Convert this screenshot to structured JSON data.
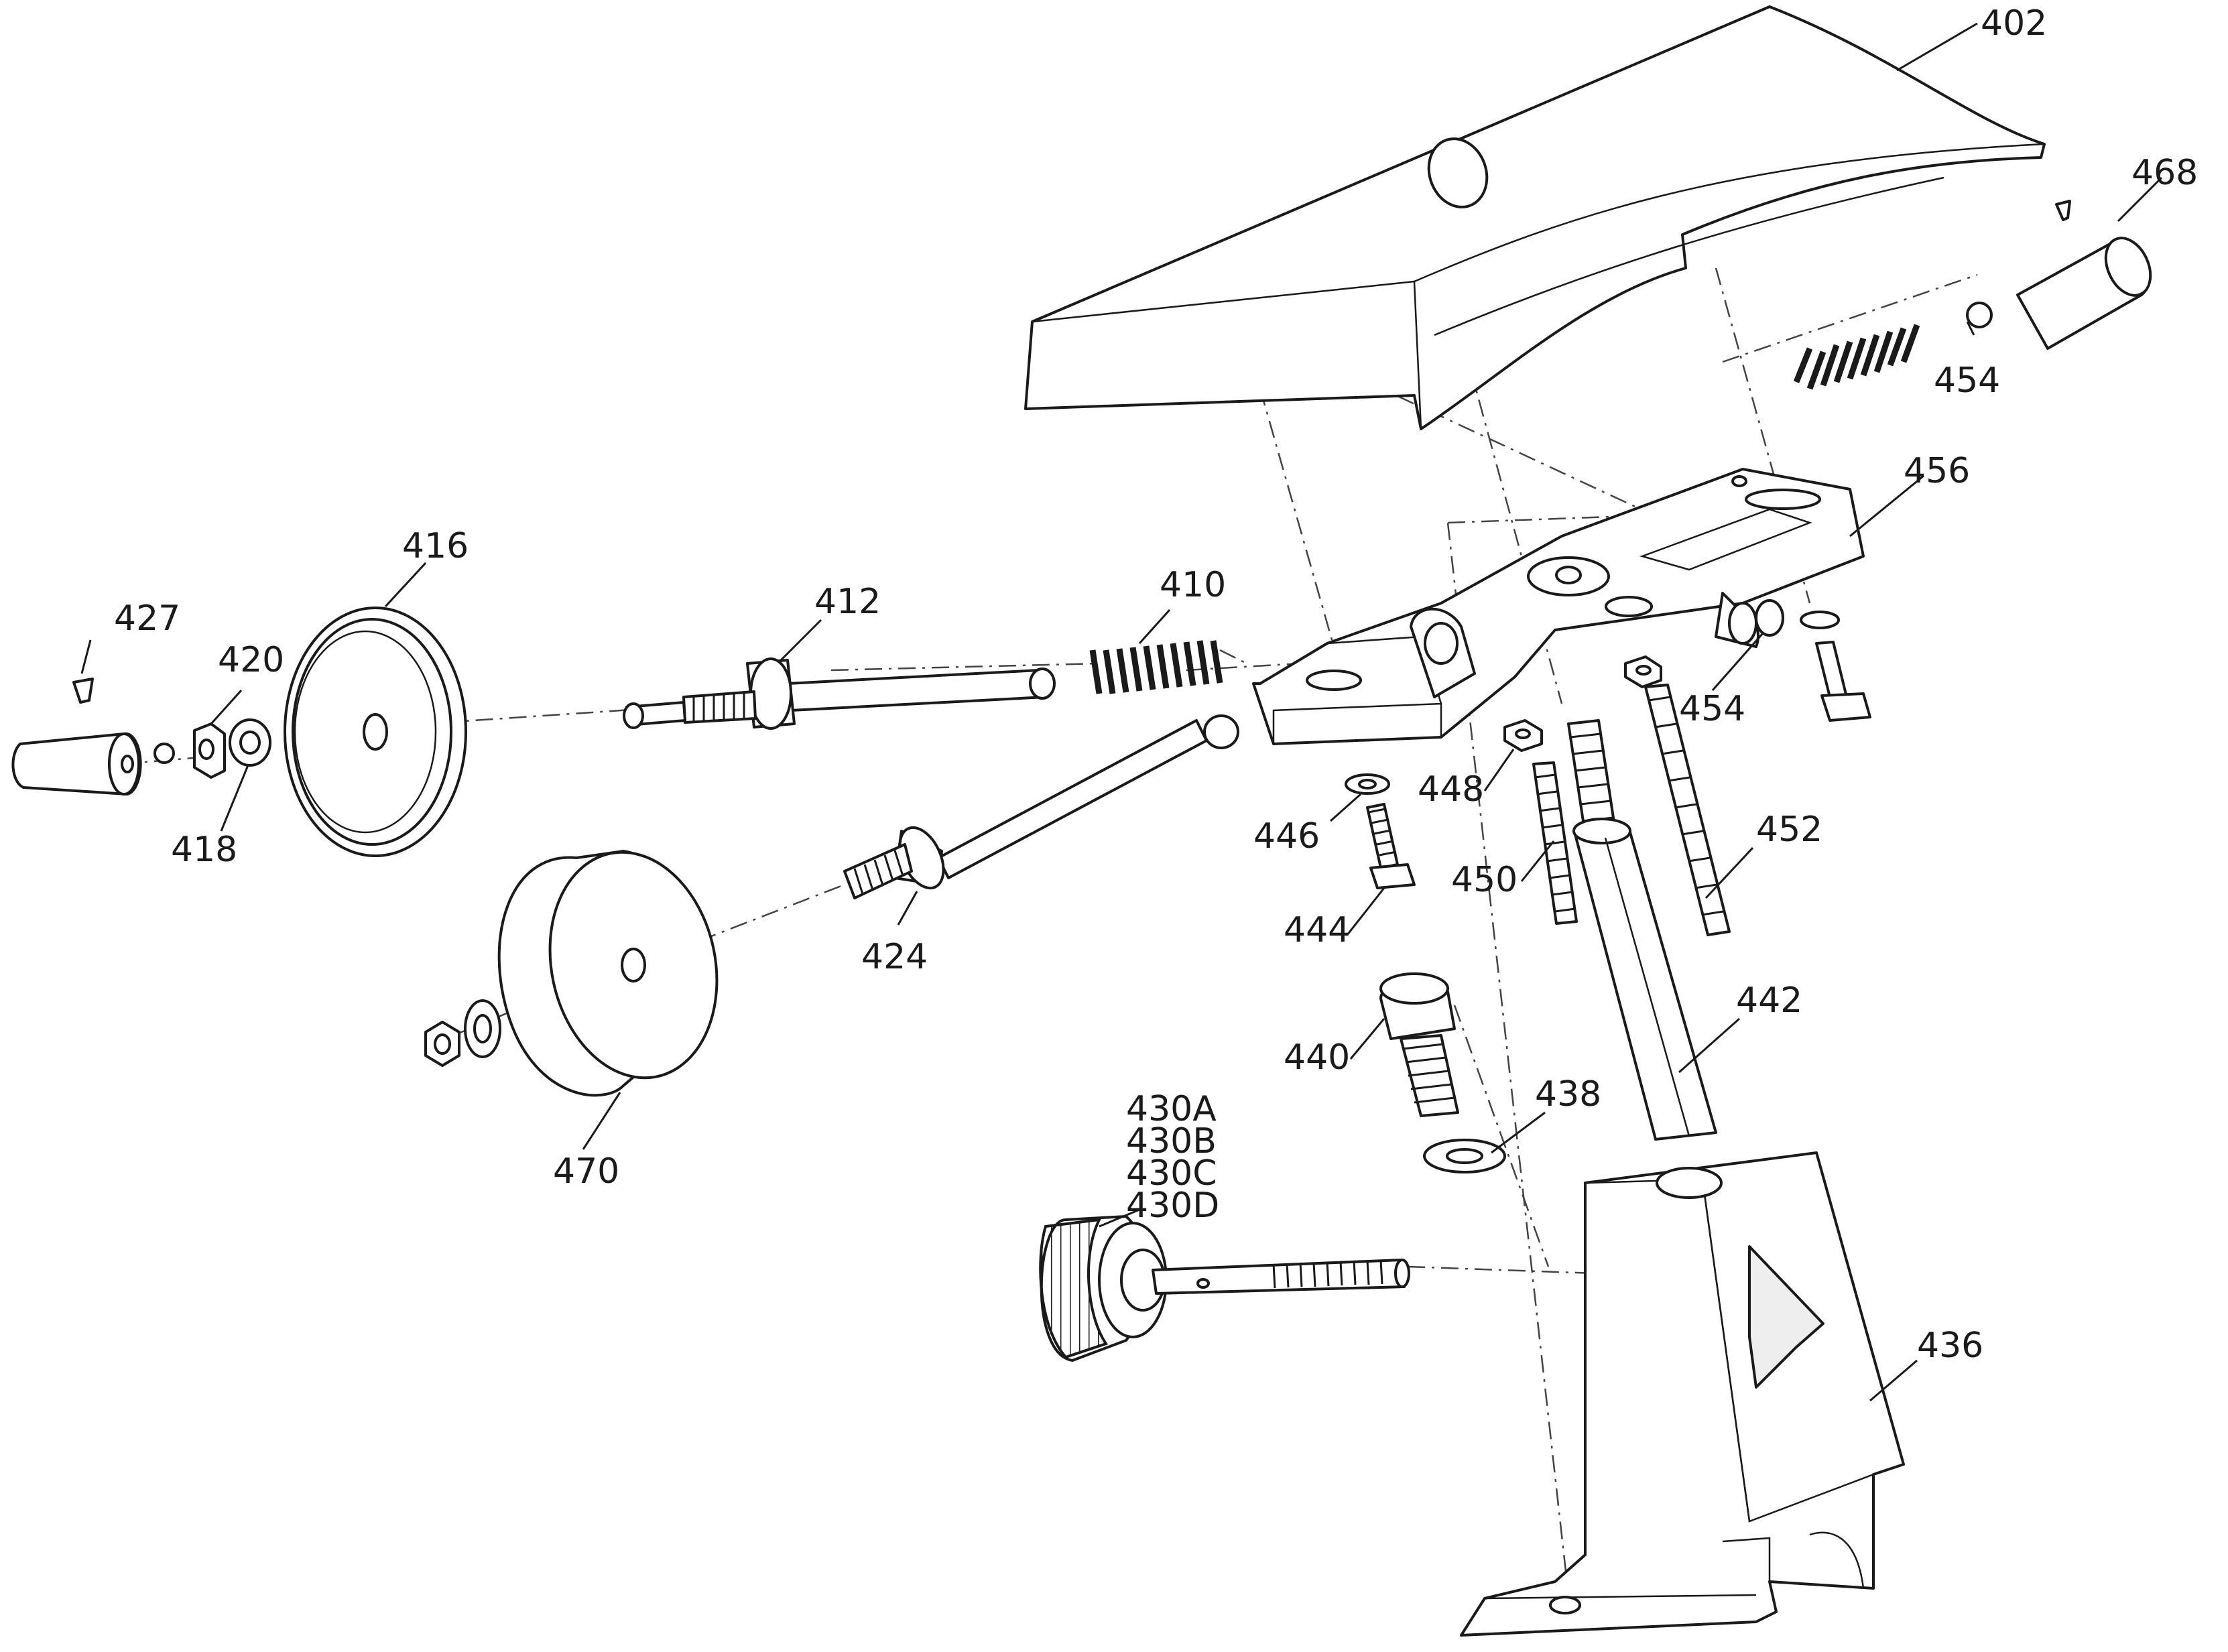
{
  "diagram": {
    "labels": {
      "402": "402",
      "468": "468",
      "454a": "454",
      "456": "456",
      "416": "416",
      "427": "427",
      "420": "420",
      "418": "418",
      "412": "412",
      "410": "410",
      "454b": "454",
      "446": "446",
      "448": "448",
      "452": "452",
      "450": "450",
      "444": "444",
      "424": "424",
      "470": "470",
      "442": "442",
      "440": "440",
      "438": "438",
      "430A": "430A",
      "430B": "430B",
      "430C": "430C",
      "430D": "430D",
      "436": "436"
    }
  }
}
